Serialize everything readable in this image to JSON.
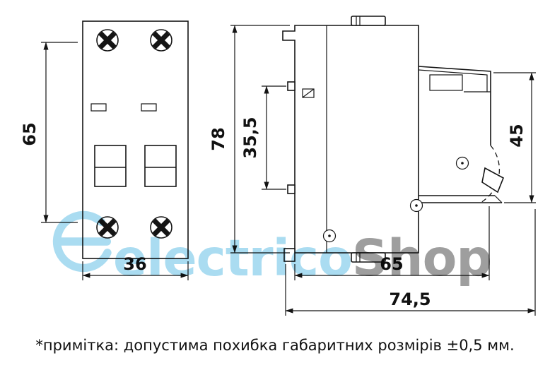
{
  "drawing": {
    "front_view": {
      "height_label": "65",
      "width_label": "36"
    },
    "side_view": {
      "total_height_label": "78",
      "rail_span_label": "35,5",
      "front_height_label": "45",
      "depth_label": "65",
      "total_depth_label": "74,5"
    }
  },
  "watermark": {
    "brand_part1": "electrico",
    "brand_part2": "Shop"
  },
  "note": {
    "text": "*примітка: допустима похибка габаритних розмірів ±0,5 мм."
  },
  "colors": {
    "line": "#141414",
    "watermark_blue": "#aadcf1",
    "watermark_gray": "#9e9e9e"
  }
}
